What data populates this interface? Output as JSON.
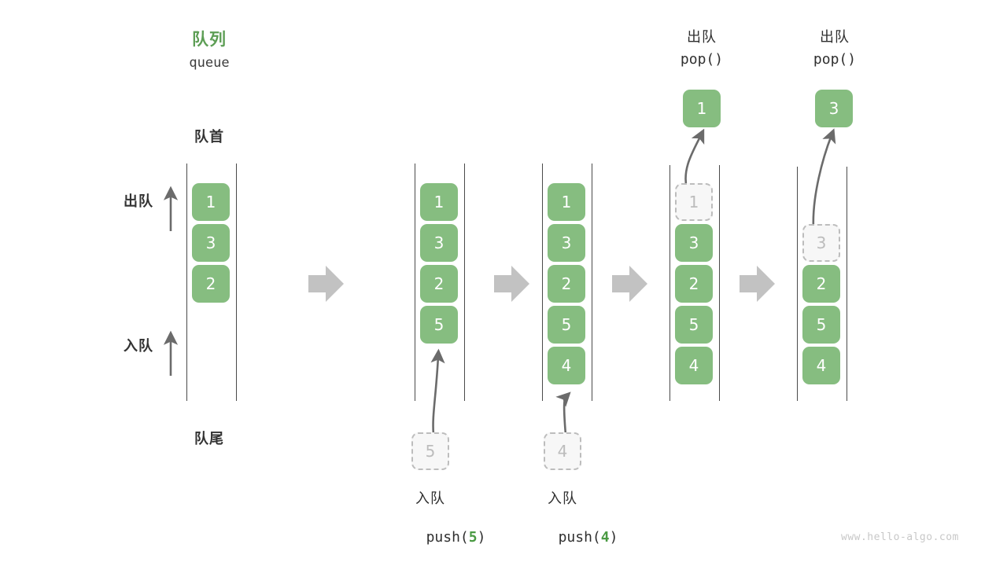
{
  "meta": {
    "watermark": "www.hello-algo.com"
  },
  "header": {
    "title_cn": "队列",
    "title_en": "queue",
    "accent_color": "#5d9e55"
  },
  "annotations": {
    "front_label": "队首",
    "rear_label": "队尾",
    "dequeue_arrow_label": "出队",
    "enqueue_arrow_label": "入队"
  },
  "colors": {
    "cell_fill": "#86bd80",
    "cell_text": "#ffffff",
    "ghost_fill": "#f7f7f7",
    "ghost_border": "#bdbdbd",
    "ghost_text": "#bcbcbc",
    "rail": "#4a4a4a",
    "arrow_gray": "#c2c2c2",
    "curve_arrow": "#6b6b6b"
  },
  "stages": [
    {
      "id": "stage-initial",
      "cells": [
        "1",
        "3",
        "2"
      ],
      "ghost_index": null,
      "op_cn": null,
      "op_code": null
    },
    {
      "id": "stage-push-5",
      "cells": [
        "1",
        "3",
        "2",
        "5"
      ],
      "ghost_index": null,
      "op_cn": "入队",
      "op_code_prefix": "push(",
      "op_code_value": "5",
      "op_code_suffix": ")",
      "incoming_value": "5"
    },
    {
      "id": "stage-push-4",
      "cells": [
        "1",
        "3",
        "2",
        "5",
        "4"
      ],
      "ghost_index": null,
      "op_cn": "入队",
      "op_code_prefix": "push(",
      "op_code_value": "4",
      "op_code_suffix": ")",
      "incoming_value": "4"
    },
    {
      "id": "stage-pop-1",
      "cells": [
        "1",
        "3",
        "2",
        "5",
        "4"
      ],
      "ghost_index": 0,
      "op_cn": "出队",
      "op_code_prefix": "pop(",
      "op_code_value": "",
      "op_code_suffix": ")",
      "popped_value": "1"
    },
    {
      "id": "stage-pop-3",
      "cells": [
        "3",
        "2",
        "5",
        "4"
      ],
      "ghost_index": 0,
      "op_cn": "出队",
      "op_code_prefix": "pop(",
      "op_code_value": "",
      "op_code_suffix": ")",
      "popped_value": "3"
    }
  ],
  "cell_values": {
    "s0_c0": "1",
    "s0_c1": "3",
    "s0_c2": "2",
    "s1_c0": "1",
    "s1_c1": "3",
    "s1_c2": "2",
    "s1_c3": "5",
    "s2_c0": "1",
    "s2_c1": "3",
    "s2_c2": "2",
    "s2_c3": "5",
    "s2_c4": "4",
    "s3_c0": "1",
    "s3_c1": "3",
    "s3_c2": "2",
    "s3_c3": "5",
    "s3_c4": "4",
    "s4_c0": "3",
    "s4_c1": "2",
    "s4_c2": "5",
    "s4_c3": "4",
    "in_5": "5",
    "in_4": "4",
    "out_1": "1",
    "out_3": "3"
  },
  "op_labels": {
    "push5_cn": "入队",
    "push5_code_a": "push(",
    "push5_code_v": "5",
    "push5_code_b": ")",
    "push4_cn": "入队",
    "push4_code_a": "push(",
    "push4_code_v": "4",
    "push4_code_b": ")",
    "pop1_cn": "出队",
    "pop1_code": "pop()",
    "pop3_cn": "出队",
    "pop3_code": "pop()"
  }
}
